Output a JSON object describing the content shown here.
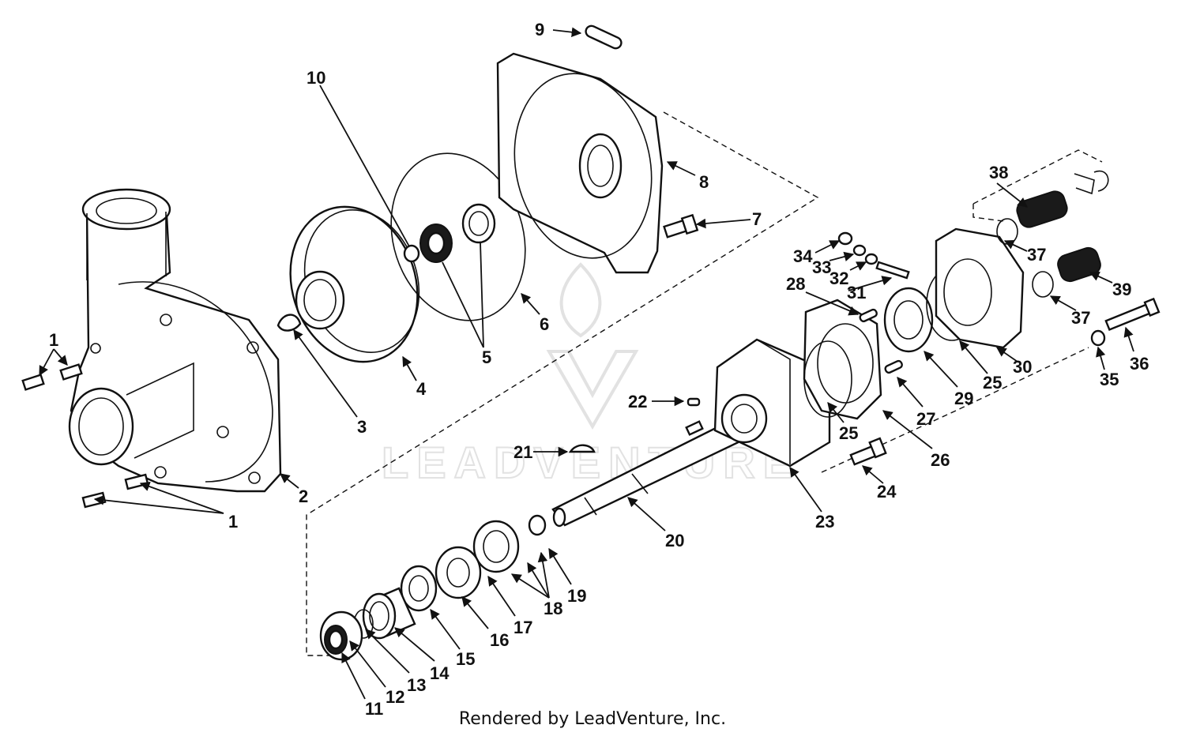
{
  "diagram": {
    "part_labels": [
      "1",
      "2",
      "3",
      "4",
      "5",
      "6",
      "7",
      "8",
      "9",
      "10",
      "11",
      "12",
      "13",
      "14",
      "15",
      "16",
      "17",
      "18",
      "19",
      "20",
      "21",
      "22",
      "23",
      "24",
      "25",
      "26",
      "27",
      "28",
      "29",
      "30",
      "31",
      "32",
      "33",
      "34",
      "35",
      "36",
      "37",
      "38",
      "39"
    ],
    "watermark": "LEADVENTURE",
    "footer": "Rendered by LeadVenture, Inc."
  }
}
